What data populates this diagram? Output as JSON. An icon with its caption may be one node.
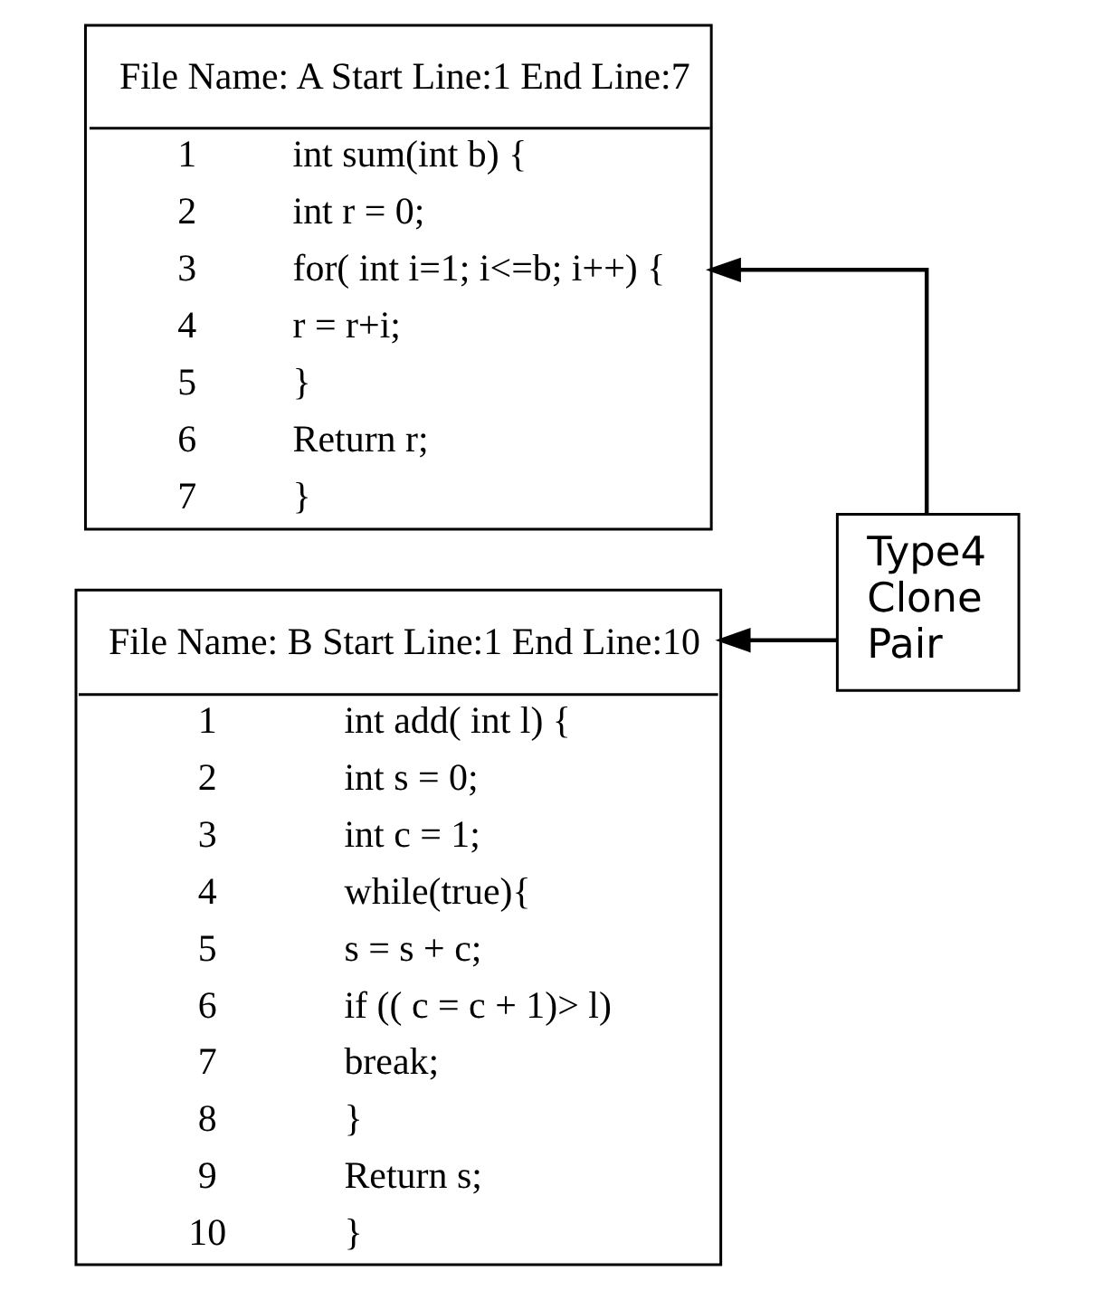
{
  "diagram": {
    "nodes": [
      {
        "text": [
          "File Name: A Start Line:1 End Line:7",
          "1 int sum(int b) {",
          "2 int r = 0;",
          "3 for( int i=1; i<=b; i++) {",
          "4 r = r+i;",
          "5 }",
          "6 Return r;",
          "7 }"
        ]
      },
      {
        "text": [
          "File Name: B Start Line:1 End Line:10",
          "1 int add( int l) {",
          "2 int s = 0;",
          "3 int c = 1;",
          "4 while(true){",
          "5 s = s + c;",
          "6 if (( c = c + 1)> l)",
          "7 break;",
          "8 }",
          "9 Return s;",
          "10 }"
        ]
      },
      {
        "text": [
          "Type4 Clone Pair"
        ]
      }
    ],
    "edges": [
      {
        "from": 2,
        "to": 0,
        "arrow": "to"
      },
      {
        "from": 2,
        "to": 1,
        "arrow": "to"
      }
    ]
  }
}
